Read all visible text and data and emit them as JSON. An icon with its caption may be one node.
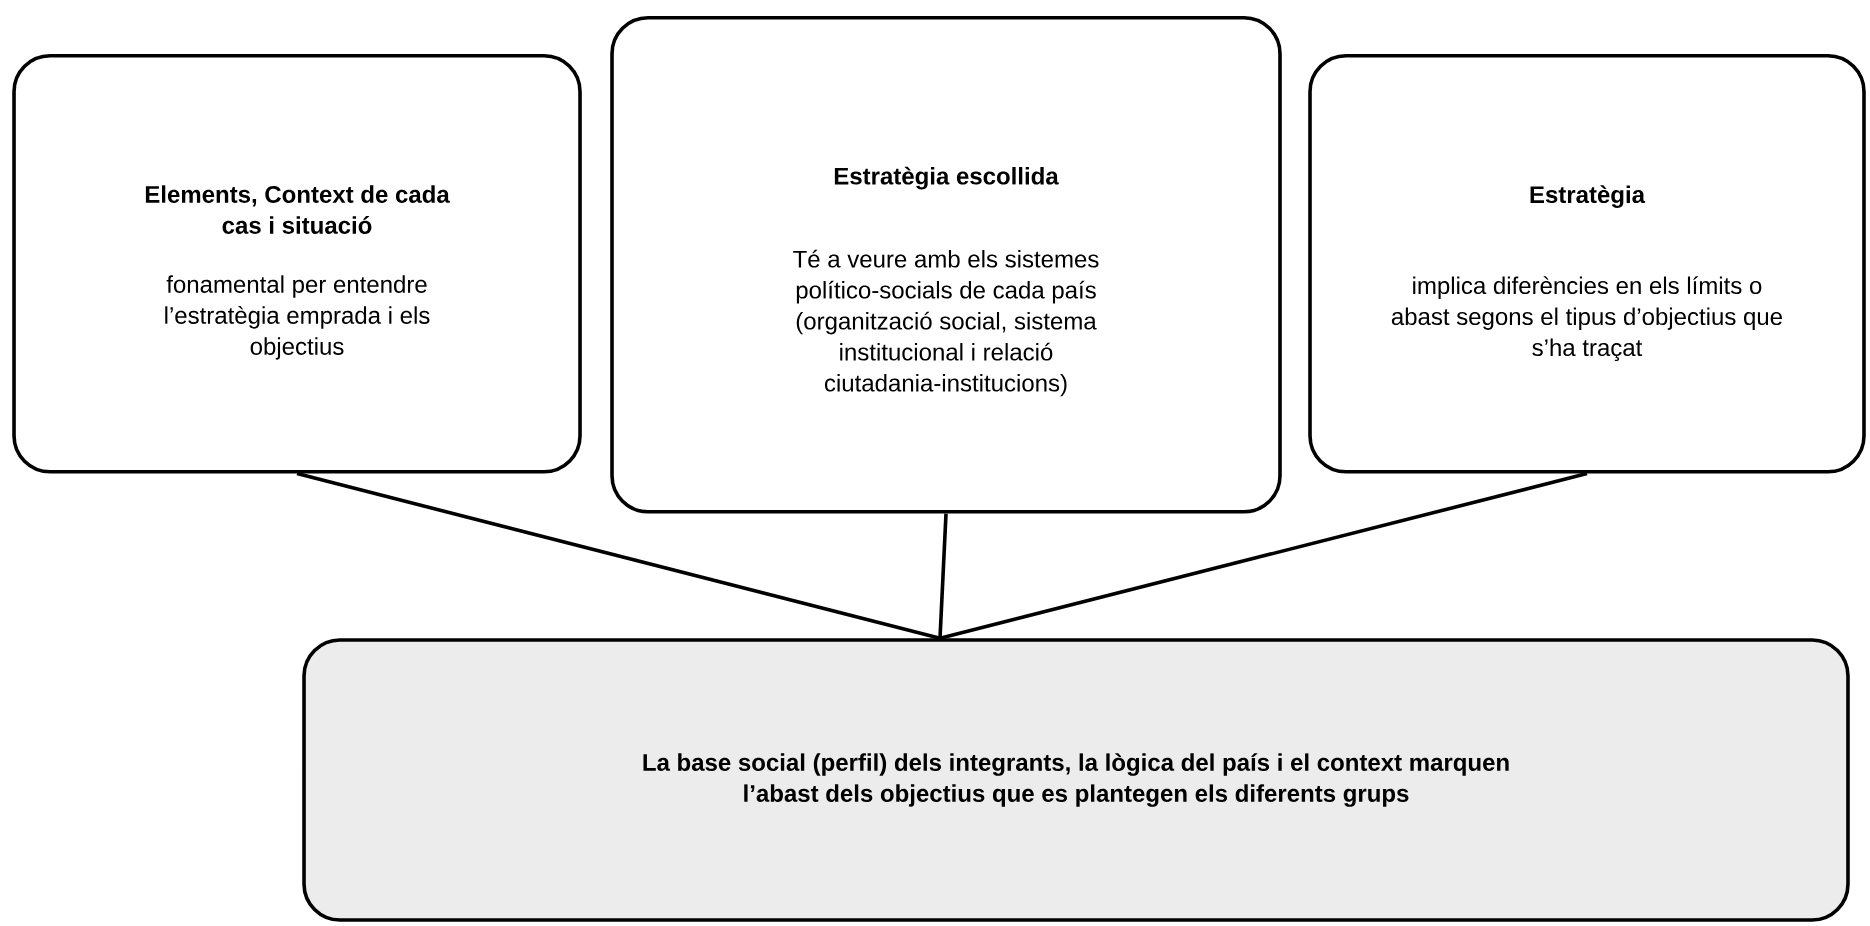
{
  "diagram": {
    "nodes": [
      {
        "text": [
          "Elements, Context de cada cas i situació",
          "fonamental per entendre l’estratègia emprada i els objectius"
        ]
      },
      {
        "text": [
          "Estratègia escollida",
          "Té a veure amb els sistemes político-socials de cada país (organització social, sistema institucional i relació ciutadania-institucions)"
        ]
      },
      {
        "text": [
          "Estratègia",
          "implica diferències en els límits o abast segons el tipus d’objectius que s’ha traçat"
        ]
      },
      {
        "text": [
          "La base social (perfil) dels integrants, la lògica del país i el context marquen l’abast dels objectius que es plantegen els diferents grups"
        ]
      }
    ],
    "edges": [
      {
        "from": 0,
        "to": 3,
        "arrow": "none"
      },
      {
        "from": 1,
        "to": 3,
        "arrow": "none"
      },
      {
        "from": 2,
        "to": 3,
        "arrow": "none"
      }
    ]
  }
}
